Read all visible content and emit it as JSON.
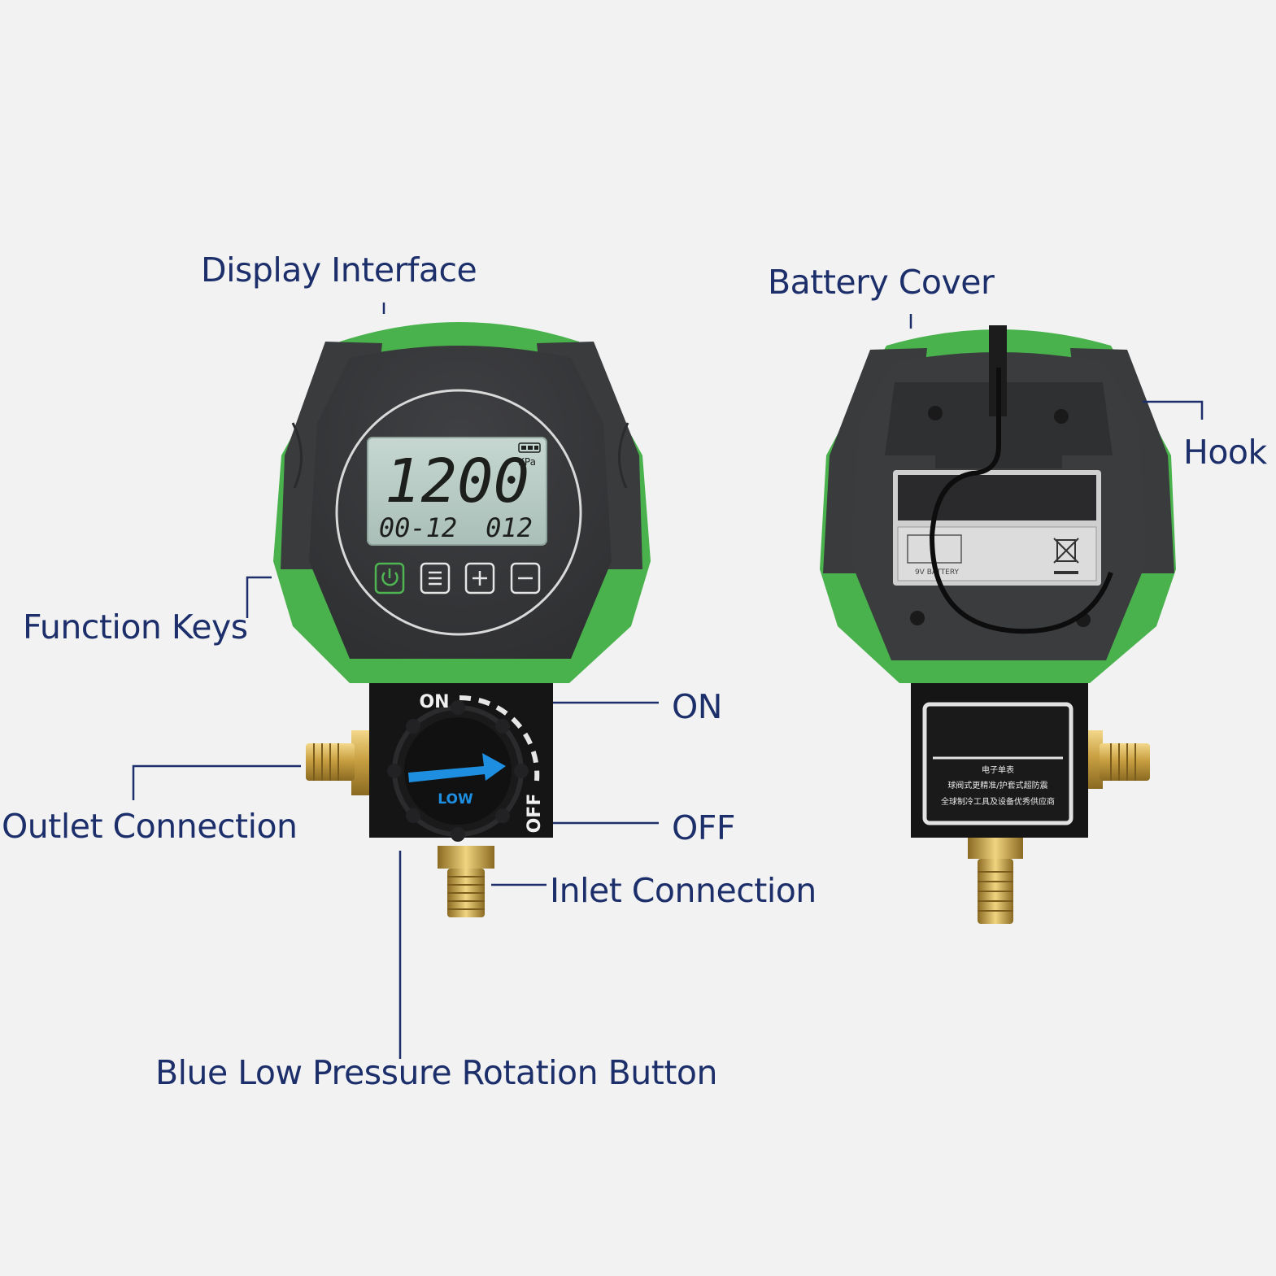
{
  "labels": {
    "display_interface": "Display Interface",
    "battery_cover": "Battery Cover",
    "hook": "Hook",
    "function_keys": "Function Keys",
    "on": "ON",
    "off": "OFF",
    "outlet_connection": "Outlet Connection",
    "inlet_connection": "Inlet Connection",
    "rotation_button": "Blue Low Pressure Rotation Button"
  },
  "lcd": {
    "main_reading": "1200",
    "unit": "KPa",
    "left_reading": "00-12",
    "right_reading": "012"
  },
  "knob": {
    "on_mark": "ON",
    "off_mark": "OFF",
    "low_text": "LOW"
  },
  "rear": {
    "battery_label": "9V BATTERY",
    "sticker_line1": "电子单表",
    "sticker_line2": "球阀式更精准/护套式超防震",
    "sticker_line3": "全球制冷工具及设备优秀供应商"
  },
  "keys": [
    "power-icon",
    "menu-icon",
    "plus-icon",
    "minus-icon"
  ],
  "colors": {
    "label_text": "#1c2f6b",
    "housing_green": "#49b24c",
    "housing_dark": "#3a3b3d",
    "lcd_background": "#b8cbc4",
    "arrow_blue": "#1e8fe0",
    "brass": "#c9a042"
  }
}
